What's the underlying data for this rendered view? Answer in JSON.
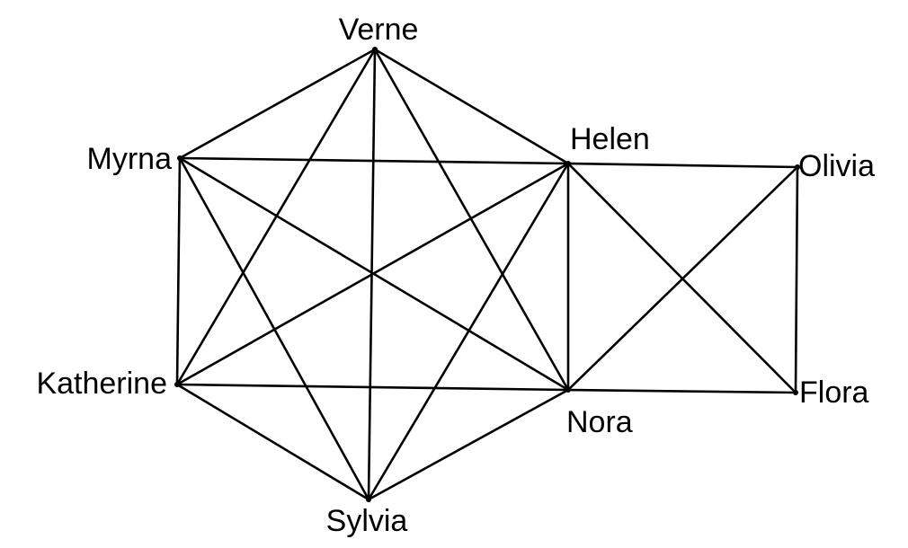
{
  "nodes": [
    {
      "id": "verne",
      "label": "Verne"
    },
    {
      "id": "myrna",
      "label": "Myrna"
    },
    {
      "id": "helen",
      "label": "Helen"
    },
    {
      "id": "olivia",
      "label": "Olivia"
    },
    {
      "id": "katherine",
      "label": "Katherine"
    },
    {
      "id": "nora",
      "label": "Nora"
    },
    {
      "id": "flora",
      "label": "Flora"
    },
    {
      "id": "sylvia",
      "label": "Sylvia"
    }
  ],
  "edges": [
    [
      "verne",
      "myrna"
    ],
    [
      "verne",
      "helen"
    ],
    [
      "verne",
      "katherine"
    ],
    [
      "verne",
      "nora"
    ],
    [
      "verne",
      "sylvia"
    ],
    [
      "myrna",
      "helen"
    ],
    [
      "myrna",
      "katherine"
    ],
    [
      "myrna",
      "nora"
    ],
    [
      "myrna",
      "sylvia"
    ],
    [
      "helen",
      "katherine"
    ],
    [
      "helen",
      "nora"
    ],
    [
      "helen",
      "sylvia"
    ],
    [
      "helen",
      "olivia"
    ],
    [
      "helen",
      "flora"
    ],
    [
      "katherine",
      "nora"
    ],
    [
      "katherine",
      "sylvia"
    ],
    [
      "nora",
      "sylvia"
    ],
    [
      "nora",
      "olivia"
    ],
    [
      "nora",
      "flora"
    ],
    [
      "olivia",
      "flora"
    ]
  ]
}
